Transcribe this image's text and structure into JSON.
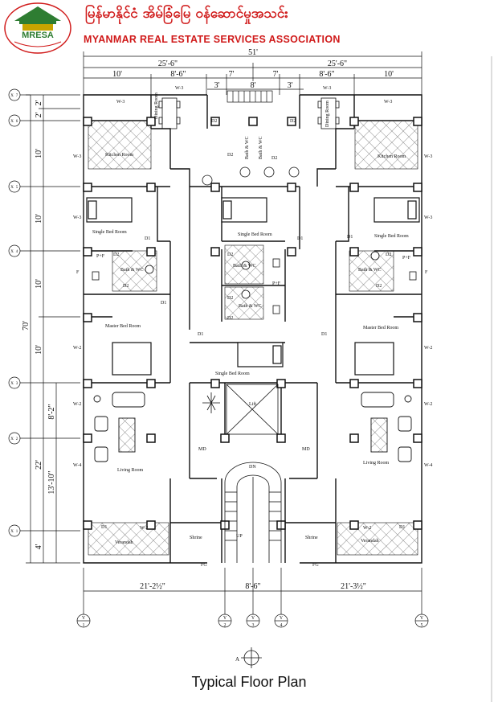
{
  "header": {
    "logo_text": "MRESA",
    "org_name_myanmar": "မြန်မာနိုင်ငံ အိမ်ခြံမြေ ဝန်ဆောင်မှုအသင်း",
    "org_name_english": "MYANMAR REAL ESTATE SERVICES ASSOCIATION"
  },
  "caption": "Typical Floor Plan",
  "dimensions": {
    "overall_width": "51'",
    "half_width": "25'-6\"",
    "top_segments": [
      "10'",
      "8'-6\"",
      "3'",
      "7'",
      "8'",
      "7'",
      "3'",
      "8'-6\"",
      "10'"
    ],
    "left_total": "70'",
    "left_segments": [
      "2'",
      "2'",
      "10'",
      "10'",
      "10'",
      "10'",
      "8'-2\"",
      "22'",
      "13'-10\"",
      "4'"
    ],
    "bottom_segments": [
      "21'-2½\"",
      "8'-6\"",
      "21'-3½\""
    ]
  },
  "grid": {
    "columns": [
      "1",
      "2",
      "3",
      "4",
      "5"
    ],
    "column_prefix": "Y",
    "rows": [
      "7",
      "6",
      "5",
      "4",
      "3",
      "2",
      "1"
    ],
    "row_prefix": "X",
    "north": "A"
  },
  "rooms": {
    "dining_room": "Dining Room",
    "kitchen_room": "Kitchen Room",
    "single_bed_room": "Single Bed Room",
    "master_bed_room": "Master Bed Room",
    "living_room": "Living Room",
    "verandah": "Verandah",
    "shrine": "Shrine",
    "bath_wc": "Bath & WC",
    "lift": "Lift",
    "up": "UP",
    "dn": "DN"
  },
  "tags": {
    "d1": "D1",
    "d2": "D2",
    "w2": "W-2",
    "w3": "W-3",
    "w4": "W-4",
    "md": "MD",
    "fg": "FG",
    "f": "F",
    "pf": "P+F"
  },
  "colors": {
    "brand_red": "#d01a1a",
    "logo_green": "#2e7d32",
    "line": "#111111",
    "hatch": "#444444"
  }
}
